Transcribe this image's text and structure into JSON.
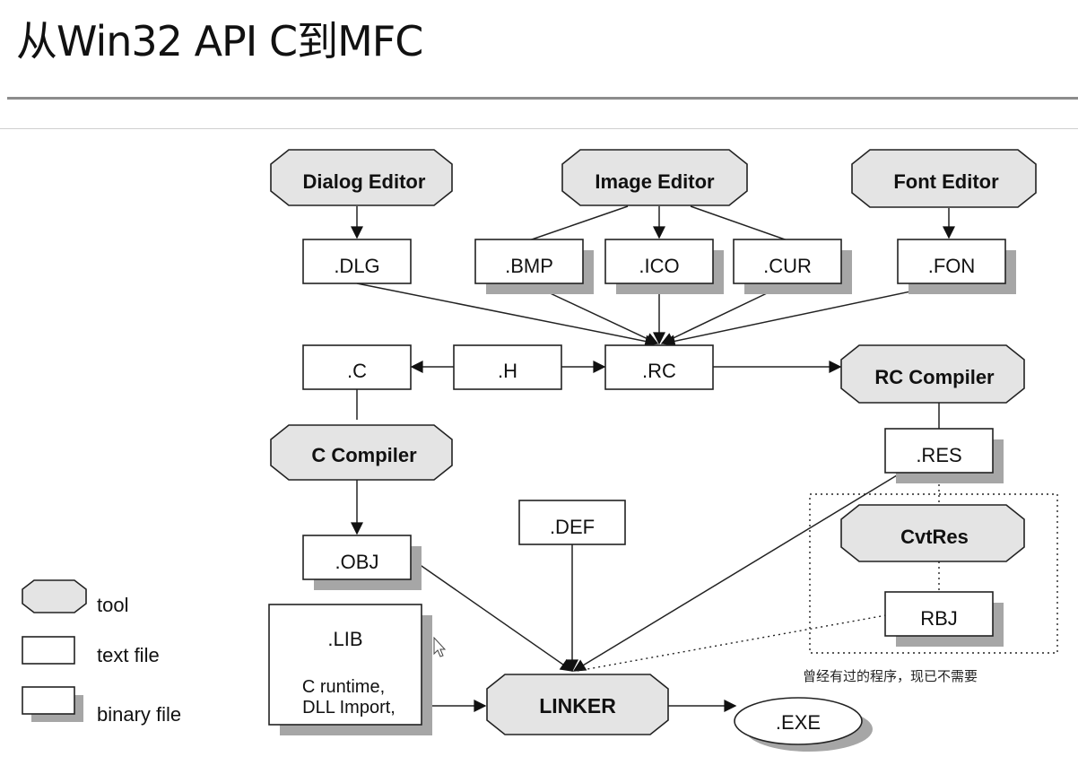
{
  "title": "从Win32 API C到MFC",
  "diagram": {
    "tools": {
      "dialog_editor": "Dialog Editor",
      "image_editor": "Image Editor",
      "font_editor": "Font Editor",
      "rc_compiler": "RC Compiler",
      "c_compiler": "C Compiler",
      "cvtres": "CvtRes",
      "linker": "LINKER"
    },
    "files": {
      "dlg": ".DLG",
      "bmp": ".BMP",
      "ico": ".ICO",
      "cur": ".CUR",
      "fon": ".FON",
      "c": ".C",
      "h": ".H",
      "rc": ".RC",
      "res": ".RES",
      "def": ".DEF",
      "obj": ".OBJ",
      "rbj": "RBJ",
      "lib": ".LIB",
      "lib_line1": "C runtime,",
      "lib_line2": "DLL Import,",
      "exe": ".EXE"
    },
    "note": "曾经有过的程序，现已不需要"
  },
  "legend": {
    "tool": "tool",
    "text_file": "text file",
    "binary_file": "binary file"
  }
}
